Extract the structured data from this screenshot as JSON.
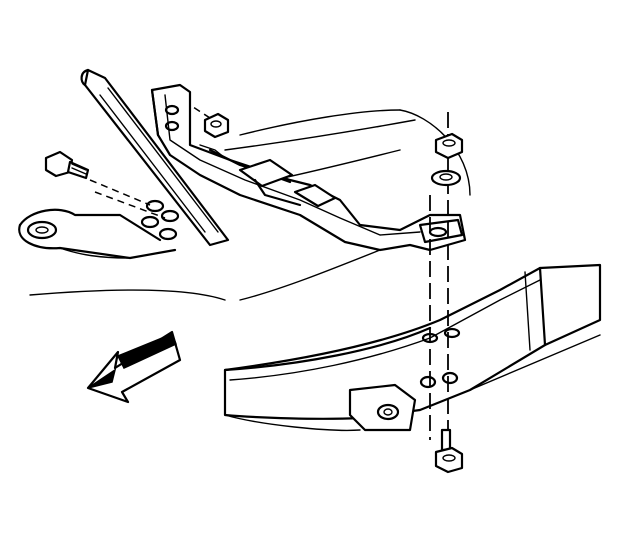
{
  "diagram": {
    "kind": "exploded assembly line drawing",
    "parts": [
      "frame-rail",
      "crossmember-bracket",
      "upper-mount-bracket",
      "top-nut",
      "top-washer",
      "bottom-nut",
      "side-bolt",
      "side-nut"
    ],
    "direction_arrow": "front-of-vehicle-arrow",
    "colors": {
      "stroke": "#000000",
      "background": "#ffffff"
    }
  }
}
